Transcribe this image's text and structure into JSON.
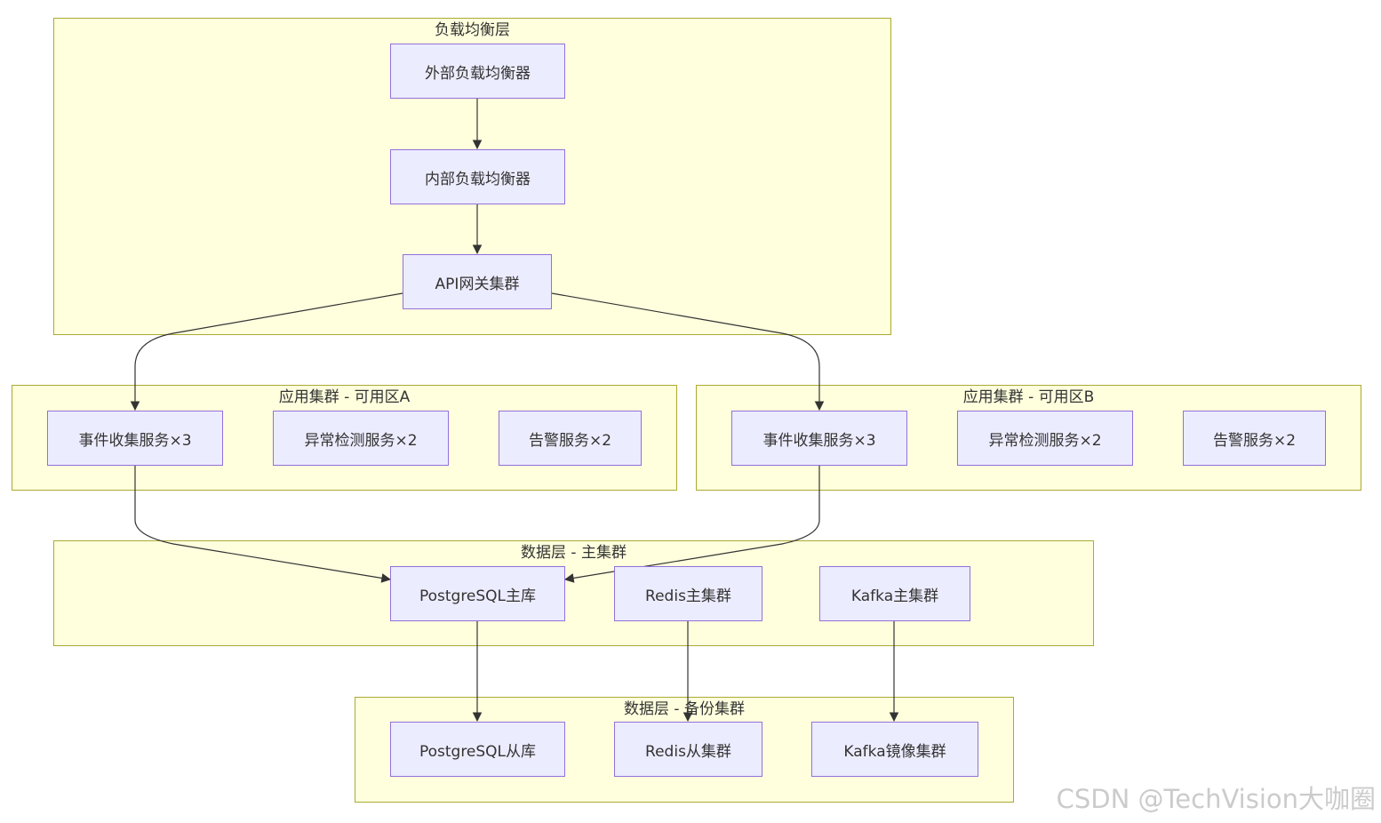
{
  "clusters": {
    "lb": {
      "title": "负载均衡层"
    },
    "zone_a": {
      "title": "应用集群 - 可用区A"
    },
    "zone_b": {
      "title": "应用集群 - 可用区B"
    },
    "data_primary": {
      "title": "数据层 - 主集群"
    },
    "data_backup": {
      "title": "数据层 - 备份集群"
    }
  },
  "nodes": {
    "ext_lb": "外部负载均衡器",
    "int_lb": "内部负载均衡器",
    "api_gw": "API网关集群",
    "a_collect": "事件收集服务×3",
    "a_anomaly": "异常检测服务×2",
    "a_alert": "告警服务×2",
    "b_collect": "事件收集服务×3",
    "b_anomaly": "异常检测服务×2",
    "b_alert": "告警服务×2",
    "pg_primary": "PostgreSQL主库",
    "redis_primary": "Redis主集群",
    "kafka_primary": "Kafka主集群",
    "pg_replica": "PostgreSQL从库",
    "redis_replica": "Redis从集群",
    "kafka_mirror": "Kafka镜像集群"
  },
  "edges": [
    {
      "from": "ext_lb",
      "to": "int_lb"
    },
    {
      "from": "int_lb",
      "to": "api_gw"
    },
    {
      "from": "api_gw",
      "to": "a_collect"
    },
    {
      "from": "api_gw",
      "to": "b_collect"
    },
    {
      "from": "a_collect",
      "to": "pg_primary"
    },
    {
      "from": "b_collect",
      "to": "pg_primary"
    },
    {
      "from": "pg_primary",
      "to": "pg_replica"
    },
    {
      "from": "redis_primary",
      "to": "redis_replica"
    },
    {
      "from": "kafka_primary",
      "to": "kafka_mirror"
    }
  ],
  "colors": {
    "cluster_fill": "#ffffde",
    "cluster_border": "#aaaa33",
    "node_fill": "#ececff",
    "node_border": "#9370db",
    "edge": "#333333"
  },
  "watermark": "CSDN @TechVision大咖圈"
}
